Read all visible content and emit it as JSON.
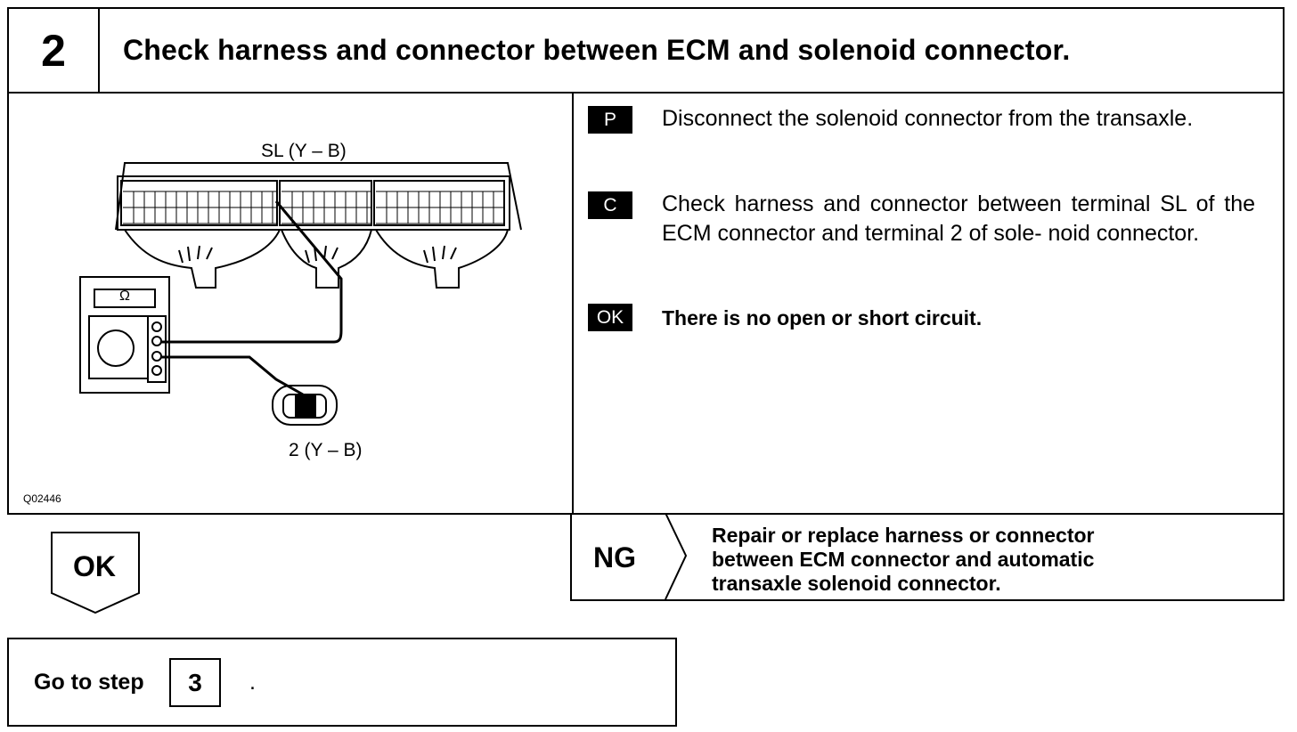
{
  "header": {
    "step_number": "2",
    "title": "Check harness and connector between ECM and solenoid connector."
  },
  "figure": {
    "label_top": "SL (Y – B)",
    "label_bottom": "2 (Y – B)",
    "meter_symbol": "Ω",
    "figure_code": "Q02446"
  },
  "instructions": [
    {
      "tag": "P",
      "text": "Disconnect the solenoid connector from the transaxle."
    },
    {
      "tag": "C",
      "text": "Check harness and connector between terminal SL of the ECM connector and terminal 2 of sole- noid connector."
    },
    {
      "tag": "OK",
      "text": "There is no open or short circuit."
    }
  ],
  "ng": {
    "label": "NG",
    "lines": [
      "Repair or replace harness or connector",
      "between ECM connector and automatic",
      "transaxle solenoid connector."
    ]
  },
  "ok": {
    "label": "OK"
  },
  "goto": {
    "text": "Go to step",
    "step": "3",
    "suffix": "."
  }
}
